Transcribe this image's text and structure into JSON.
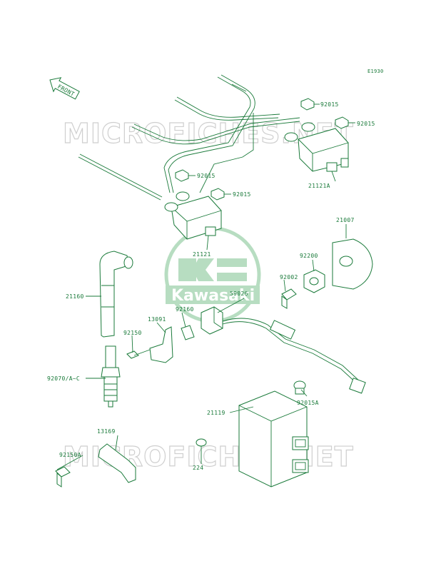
{
  "diagram_code": "E1930",
  "front_arrow": "FRONT",
  "watermark": [
    "MICROFICHES.NET",
    "MICROFICHES.NET"
  ],
  "logo": {
    "text": "Kawasaki",
    "color": "#7dc38f"
  },
  "colors": {
    "line": "#1a7a3a",
    "watermark": "#cfcfcf"
  },
  "parts": {
    "p92015_a": "92015",
    "p92015_b": "92015",
    "p92015_c": "92015",
    "p92015_d": "92015",
    "p21121a": "21121A",
    "p21121": "21121",
    "p21007": "21007",
    "p92200": "92200",
    "p92002": "92002",
    "p21160": "21160",
    "p59026": "59026",
    "p92160": "92160",
    "p13091": "13091",
    "p92150": "92150",
    "p92070": "92070/A~C",
    "p21119": "21119",
    "p92015a": "92015A",
    "p13169": "13169",
    "p92150a": "92150A",
    "p224": "224"
  }
}
